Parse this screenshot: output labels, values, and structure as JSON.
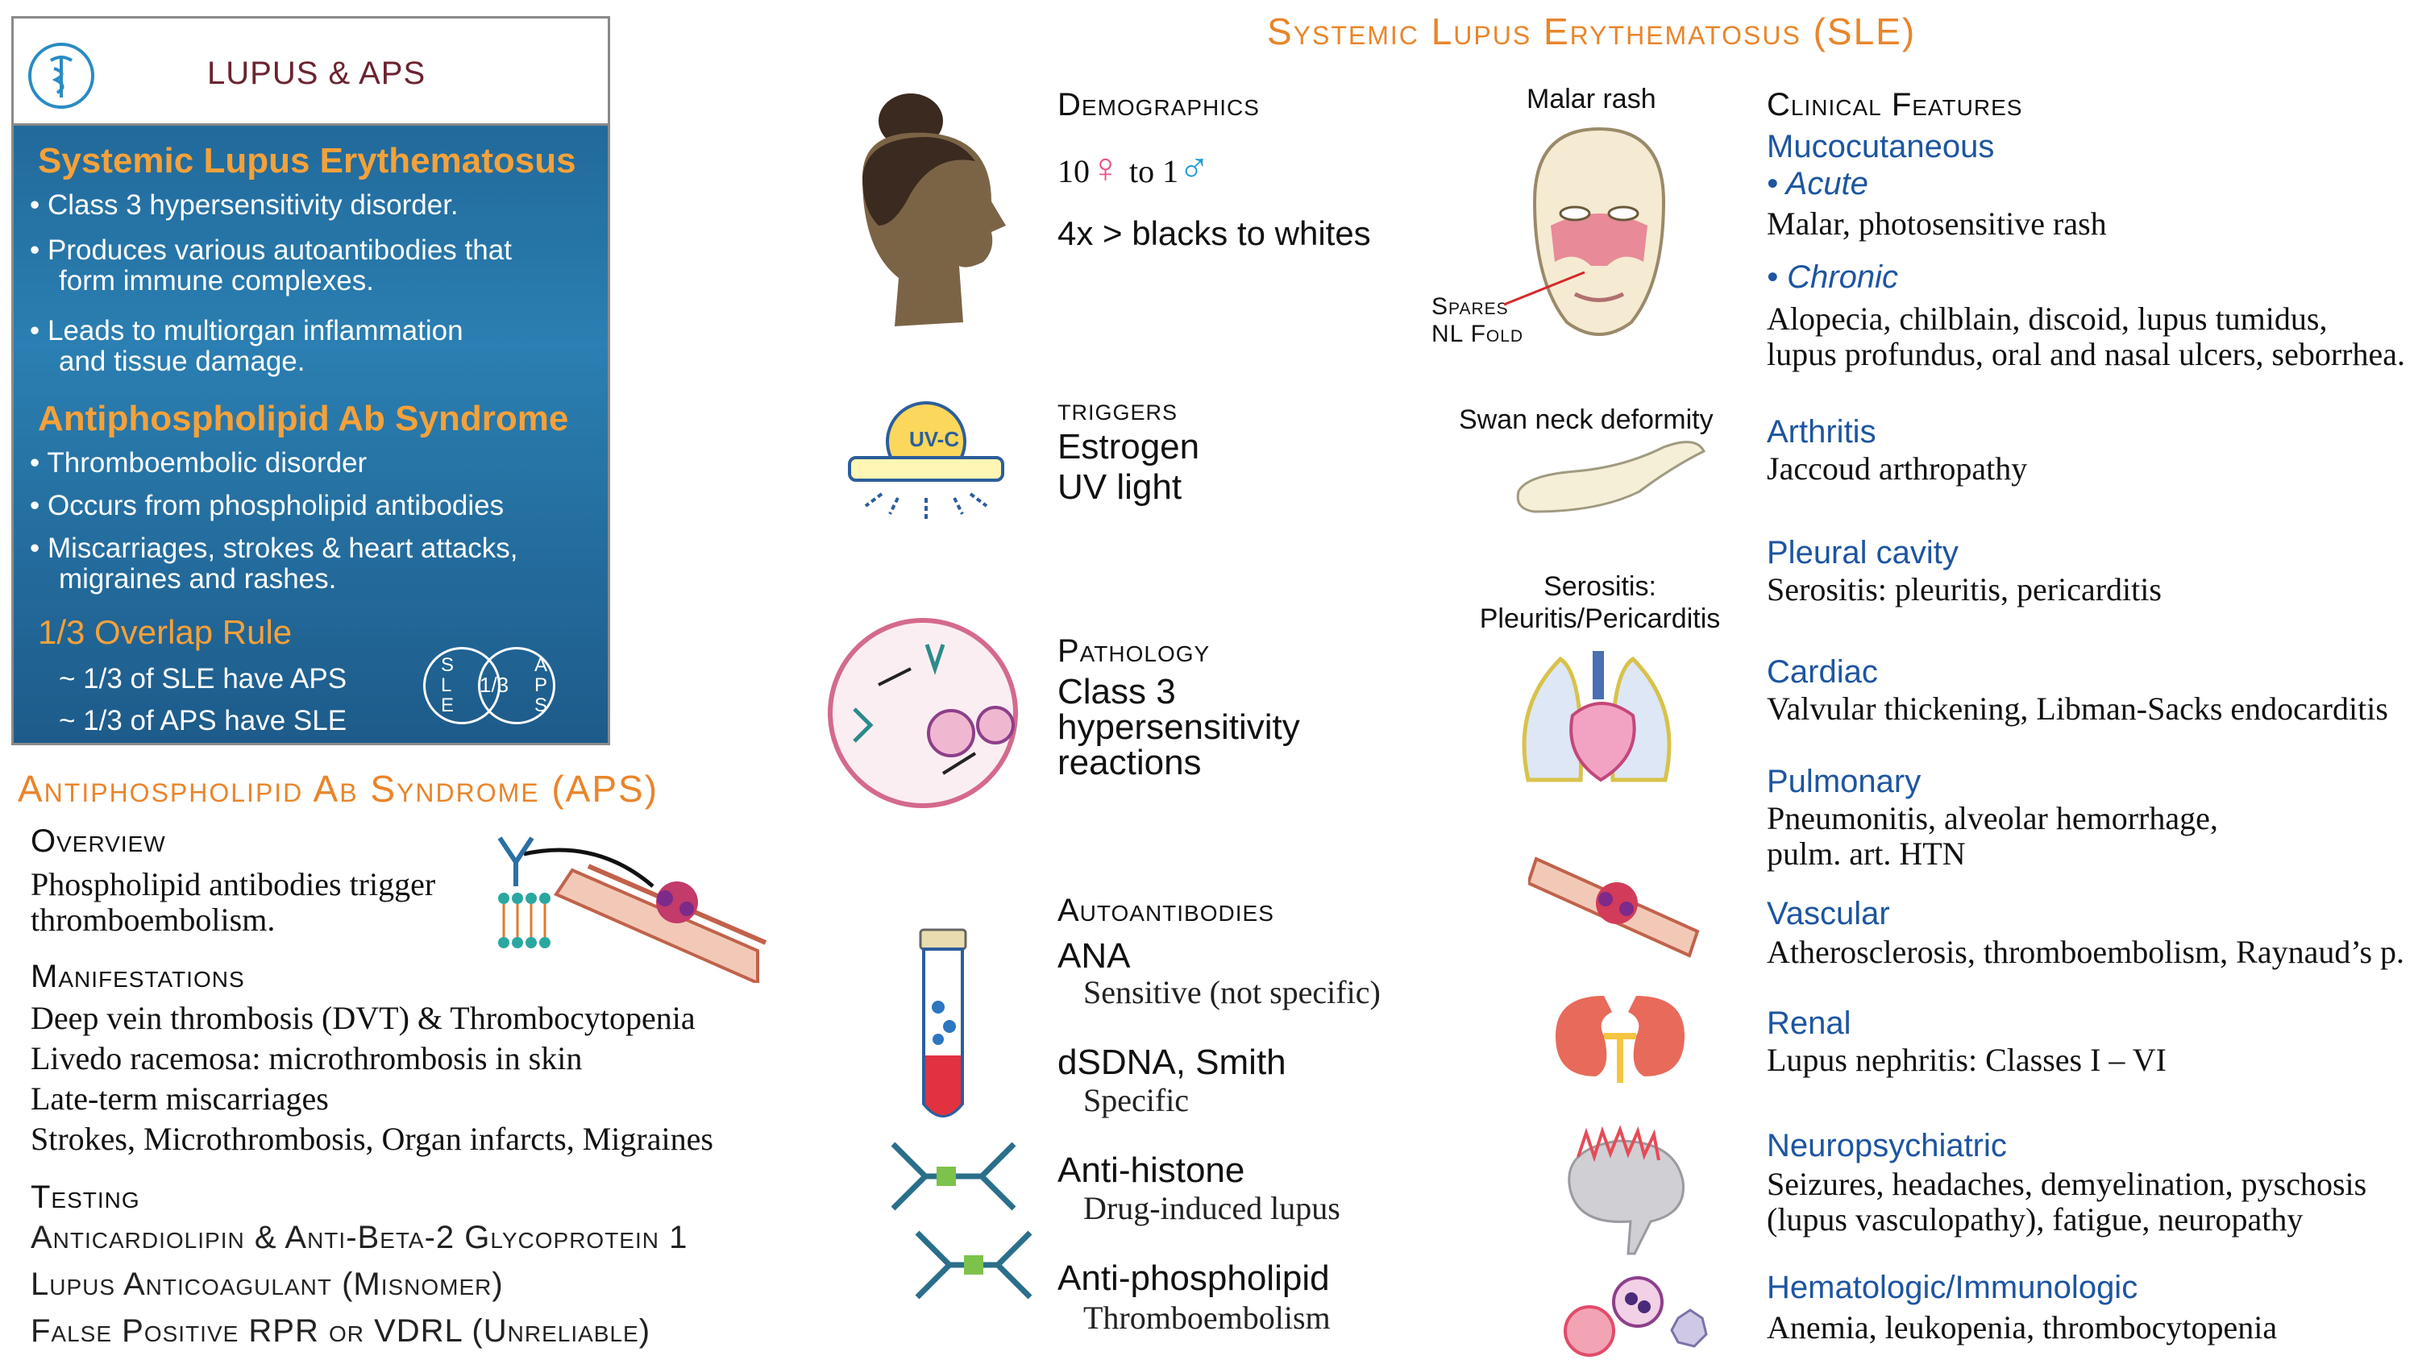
{
  "summary": {
    "title": "LUPUS & APS",
    "sle_heading": "Systemic Lupus Erythematosus",
    "sle_bullets": [
      "Class 3 hypersensitivity disorder.",
      "Produces various autoantibodies that",
      "form immune complexes.",
      "Leads to multiorgan inflammation",
      "and tissue damage."
    ],
    "aps_heading": "Antiphospholipid Ab Syndrome",
    "aps_bullets": [
      "Thromboembolic disorder",
      "Occurs from phospholipid antibodies",
      "Miscarriages, strokes & heart attacks,",
      "migraines and rashes."
    ],
    "overlap_heading": "1/3 Overlap Rule",
    "overlap_lines": [
      "~ 1/3 of SLE have APS",
      "~ 1/3 of APS have SLE"
    ],
    "venn": {
      "left": "SLE",
      "mid": "1/3",
      "right": "APS"
    }
  },
  "aps": {
    "heading": "Antiphospholipid Ab Syndrome (APS)",
    "overview_title": "Overview",
    "overview_text": [
      "Phospholipid antibodies trigger",
      "thromboembolism."
    ],
    "manifestations_title": "Manifestations",
    "manifestations": [
      "Deep vein thrombosis (DVT) & Thrombocytopenia",
      "Livedo racemosa: microthrombosis in skin",
      "Late-term miscarriages",
      "Strokes, Microthrombosis, Organ infarcts, Migraines"
    ],
    "testing_title": "Testing",
    "testing": [
      "Anticardiolipin & Anti-Beta-2 Glycoprotein 1",
      "Lupus Anticoagulant (Misnomer)",
      "False Positive RPR  or VDRL (Unreliable)"
    ]
  },
  "sle": {
    "heading": "Systemic Lupus Erythematosus (SLE)",
    "demographics_title": "Demographics",
    "ratio_a": "10",
    "ratio_to": "to",
    "ratio_b": "1",
    "demographics_text": "4x > blacks to whites",
    "triggers_title": "triggers",
    "triggers": [
      "Estrogen",
      "UV light"
    ],
    "uv_label": "UV-C",
    "pathology_title": "Pathology",
    "pathology_text": [
      "Class 3",
      "hypersensitivity",
      "reactions"
    ],
    "autoantibodies_title": "Autoantibodies",
    "autoantibodies": [
      {
        "name": "ANA",
        "desc": "Sensitive (not specific)"
      },
      {
        "name": "dSDNA, Smith",
        "desc": "Specific"
      },
      {
        "name": "Anti-histone",
        "desc": "Drug-induced lupus"
      },
      {
        "name": "Anti-phospholipid",
        "desc": "Thromboembolism"
      }
    ],
    "malar_label": "Malar rash",
    "spares_label": [
      "Spares",
      "NL Fold"
    ],
    "swan_label": "Swan neck deformity",
    "serositis_label": [
      "Serositis:",
      "Pleuritis/Pericarditis"
    ]
  },
  "clinical": {
    "title": "Clinical Features",
    "muco_title": "Mucocutaneous",
    "acute_label": "• Acute",
    "acute_text": "Malar, photosensitive rash",
    "chronic_label": "• Chronic",
    "chronic_text": [
      "Alopecia, chilblain, discoid, lupus tumidus,",
      "lupus profundus, oral and nasal ulcers, seborrhea."
    ],
    "sections": [
      {
        "title": "Arthritis",
        "lines": [
          "Jaccoud arthropathy"
        ]
      },
      {
        "title": "Pleural cavity",
        "lines": [
          "Serositis: pleuritis, pericarditis"
        ]
      },
      {
        "title": "Cardiac",
        "lines": [
          "Valvular thickening, Libman-Sacks endocarditis"
        ]
      },
      {
        "title": "Pulmonary",
        "lines": [
          "Pneumonitis, alveolar hemorrhage,",
          "pulm. art. HTN"
        ]
      },
      {
        "title": "Vascular",
        "lines": [
          "Atherosclerosis, thromboembolism, Raynaud’s p."
        ]
      },
      {
        "title": "Renal",
        "lines": [
          "Lupus nephritis: Classes I – VI"
        ]
      },
      {
        "title": "Neuropsychiatric",
        "lines": [
          "Seizures,  headaches, demyelination, pyschosis",
          "(lupus vasculopathy), fatigue, neuropathy"
        ]
      },
      {
        "title": "Hematologic/Immunologic",
        "lines": [
          "Anemia, leukopenia, thrombocytopenia"
        ]
      }
    ]
  },
  "colors": {
    "accent_orange": "#e9852b",
    "blue": "#1d55a0",
    "box_blue": "#1d5f8f",
    "header_red": "#6b2330"
  }
}
